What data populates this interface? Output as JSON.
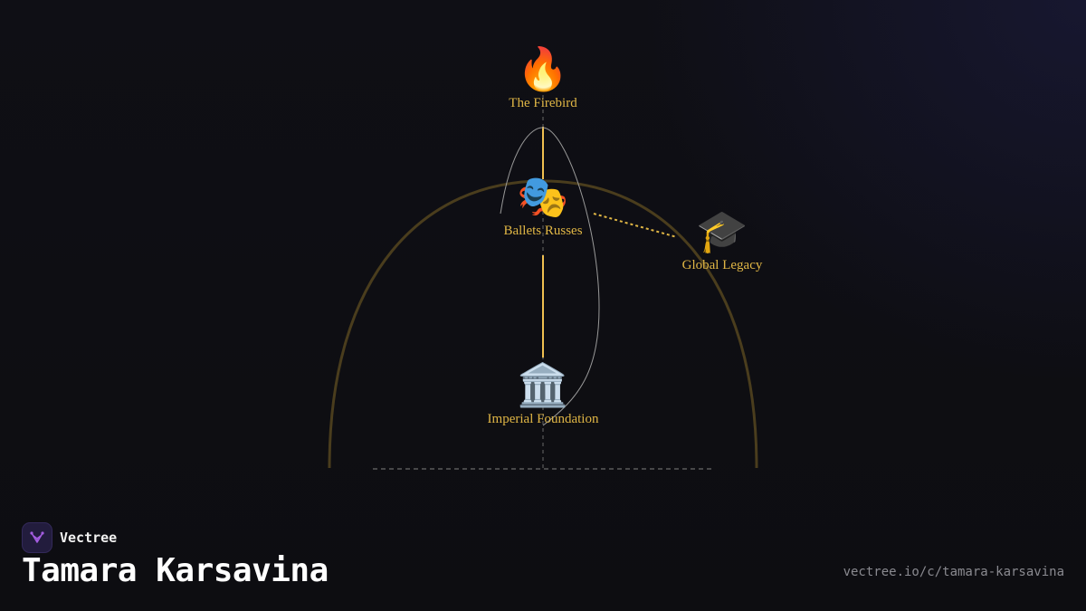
{
  "brand": {
    "name": "Vectree",
    "logo_icon": "vectree-tree-logo-icon",
    "accent": "#a45de0"
  },
  "title": "Tamara Karsavina",
  "url": "vectree.io/c/tamara-karsavina",
  "colors": {
    "label": "#e0b645",
    "arch": "#4a3d1d",
    "stem": "#f0c050",
    "branch_dotted": "#e0b645",
    "curve": "#9a9a9a",
    "ground": "#5a5a5a"
  },
  "nodes": [
    {
      "id": "firebird",
      "icon": "fire-icon",
      "glyph": "🔥",
      "label": "The Firebird"
    },
    {
      "id": "ballets",
      "icon": "performing-arts-masks-icon",
      "glyph": "🎭",
      "label": "Ballets Russes"
    },
    {
      "id": "legacy",
      "icon": "graduation-cap-icon",
      "glyph": "🎓",
      "label": "Global Legacy"
    },
    {
      "id": "imperial",
      "icon": "classical-building-icon",
      "glyph": "🏛️",
      "label": "Imperial Foundation"
    }
  ]
}
